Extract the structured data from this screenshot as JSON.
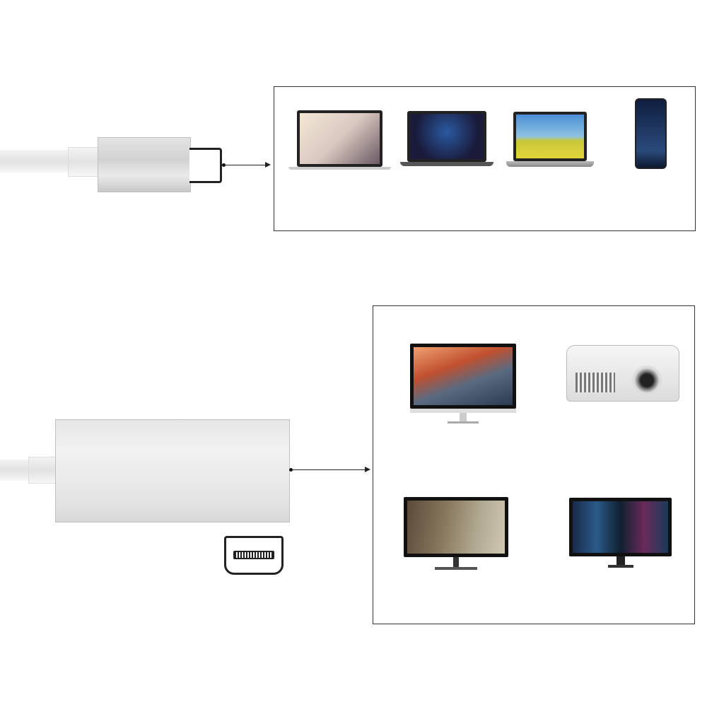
{
  "colors": {
    "border": "#333333",
    "cable": "#eeeeee",
    "connector": "#d6d6d6"
  },
  "icons": [
    "usb-c-connector",
    "mini-displayport-connector",
    "mini-displayport-symbol",
    "laptop",
    "smartphone",
    "monitor",
    "projector"
  ]
}
